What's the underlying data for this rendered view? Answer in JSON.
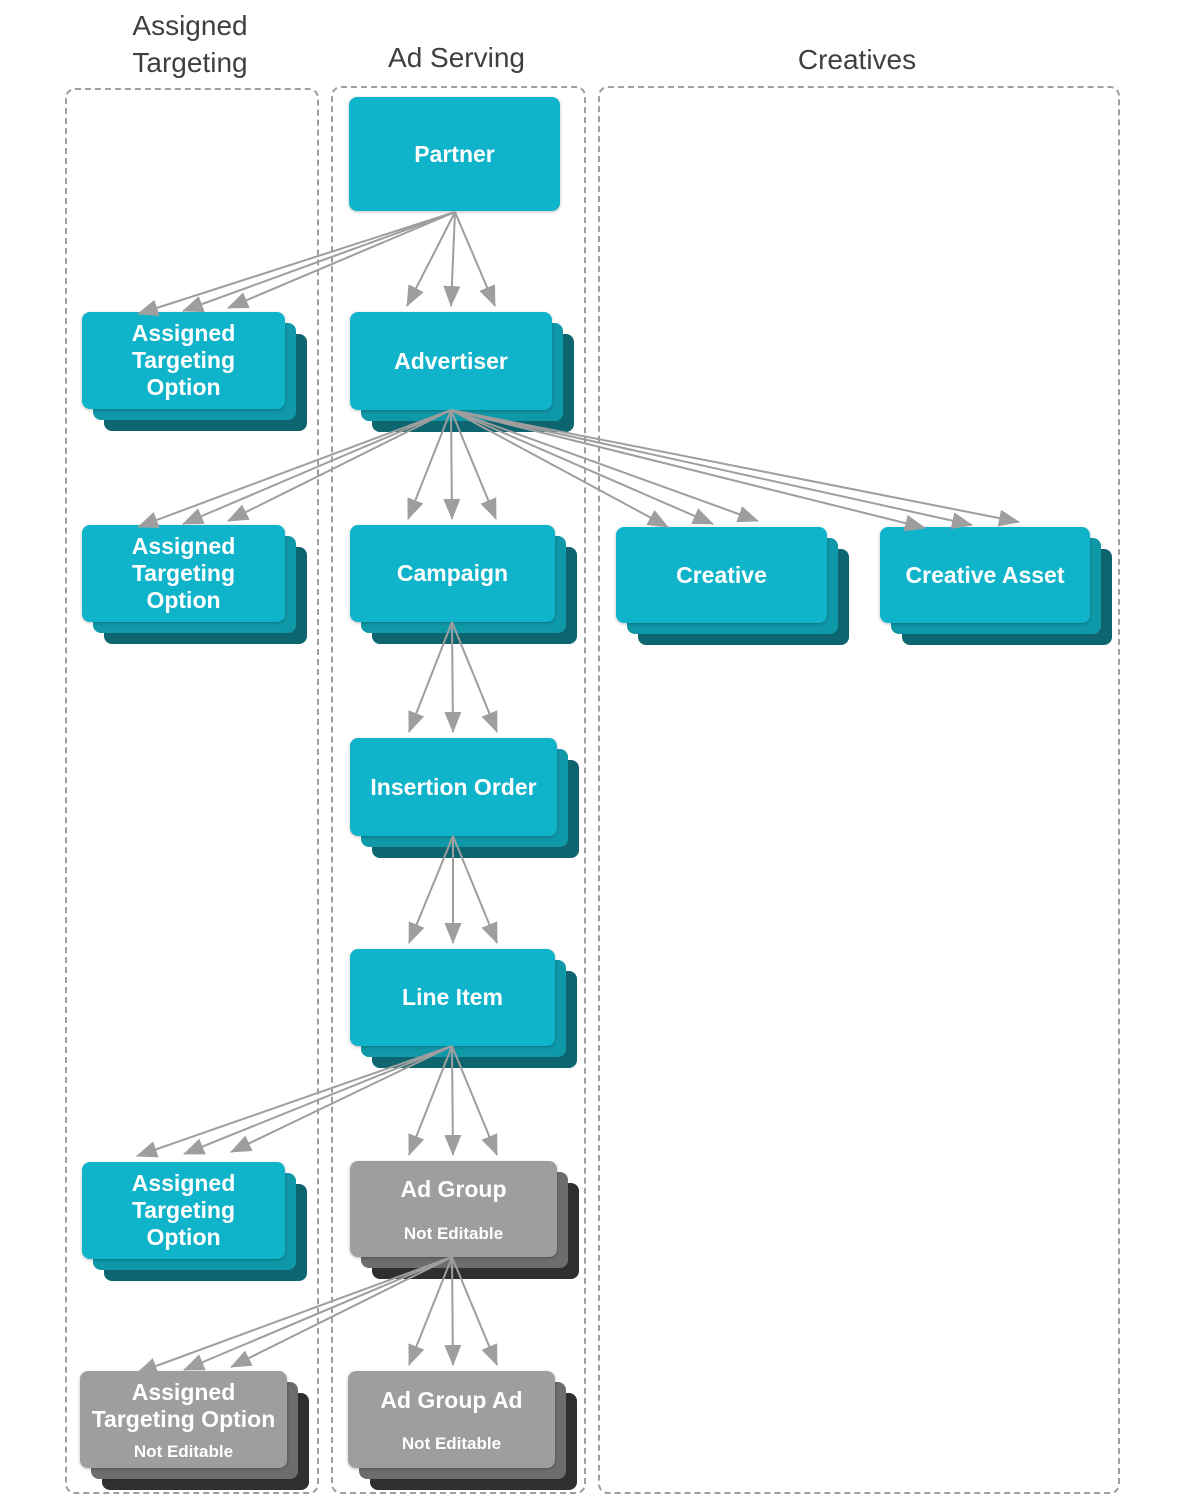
{
  "diagram": {
    "columns": {
      "assigned_targeting": {
        "title": "Assigned\nTargeting"
      },
      "ad_serving": {
        "title": "Ad Serving"
      },
      "creatives": {
        "title": "Creatives"
      }
    },
    "nodes": {
      "partner": {
        "label": "Partner"
      },
      "ato_partner": {
        "label": "Assigned\nTargeting\nOption"
      },
      "advertiser": {
        "label": "Advertiser"
      },
      "ato_advertiser": {
        "label": "Assigned\nTargeting\nOption"
      },
      "campaign": {
        "label": "Campaign"
      },
      "creative": {
        "label": "Creative"
      },
      "creative_asset": {
        "label": "Creative Asset"
      },
      "insertion_order": {
        "label": "Insertion Order"
      },
      "line_item": {
        "label": "Line Item"
      },
      "ato_line_item": {
        "label": "Assigned\nTargeting\nOption"
      },
      "ad_group": {
        "label": "Ad Group",
        "sublabel": "Not Editable"
      },
      "ato_ad_group": {
        "label": "Assigned\nTargeting Option",
        "sublabel": "Not Editable"
      },
      "ad_group_ad": {
        "label": "Ad Group Ad",
        "sublabel": "Not Editable"
      }
    },
    "colors": {
      "node_teal": "#10b4ca",
      "node_teal_mid": "#0f98a8",
      "node_teal_dark": "#0d6570",
      "node_gray": "#9e9e9e",
      "node_gray_mid": "#6d6d6d",
      "node_gray_dark": "#2f2f2f",
      "arrow": "#9e9e9e",
      "column_border": "#9e9e9e",
      "heading_text": "#3c4043",
      "node_text": "#ffffff"
    }
  }
}
